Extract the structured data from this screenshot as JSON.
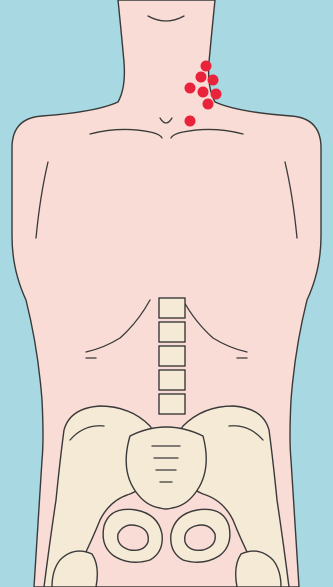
{
  "colors": {
    "background": "#a8d8e2",
    "skin": "#f9dcd5",
    "outline": "#3a3a3a",
    "bone": "#f5ead6",
    "marker": "#e8233a"
  },
  "markers": {
    "count": 8,
    "region": "neck-left",
    "icon": "red-dot"
  }
}
